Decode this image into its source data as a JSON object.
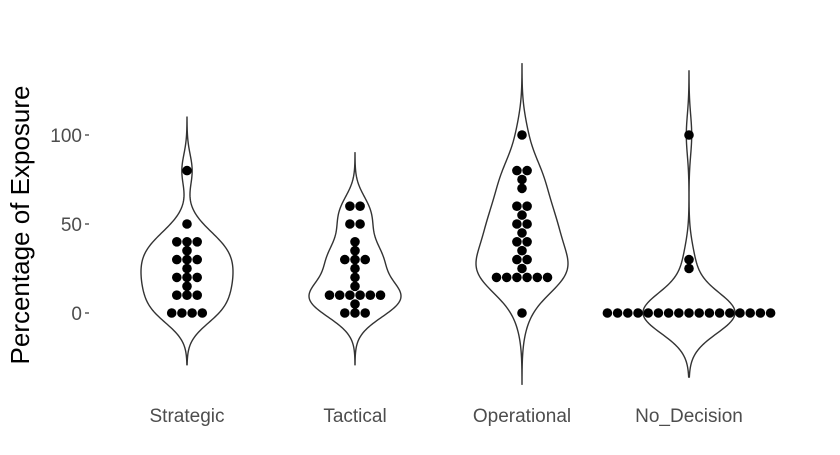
{
  "chart_data": {
    "type": "violin",
    "title": "",
    "xlabel": "",
    "ylabel": "Percentage of Exposure",
    "ylim": [
      -40,
      140
    ],
    "yticks": [
      0,
      50,
      100
    ],
    "grid": false,
    "legend": "none",
    "categories": [
      "Strategic",
      "Tactical",
      "Operational",
      "No_Decision"
    ],
    "series": [
      {
        "category": "Strategic",
        "violin_range": [
          -29,
          110
        ],
        "points": [
          0,
          0,
          0,
          0,
          10,
          10,
          10,
          15,
          20,
          20,
          20,
          25,
          30,
          30,
          30,
          35,
          40,
          40,
          40,
          50,
          80
        ]
      },
      {
        "category": "Tactical",
        "violin_range": [
          -29,
          90
        ],
        "points": [
          0,
          0,
          0,
          5,
          10,
          10,
          10,
          10,
          10,
          10,
          15,
          20,
          25,
          30,
          30,
          30,
          35,
          40,
          50,
          50,
          60,
          60
        ]
      },
      {
        "category": "Operational",
        "violin_range": [
          -40,
          140
        ],
        "points": [
          0,
          20,
          20,
          20,
          20,
          20,
          20,
          25,
          30,
          30,
          35,
          40,
          40,
          45,
          50,
          50,
          55,
          60,
          60,
          70,
          75,
          80,
          80,
          100
        ]
      },
      {
        "category": "No_Decision",
        "violin_range": [
          -36,
          136
        ],
        "points": [
          0,
          0,
          0,
          0,
          0,
          0,
          0,
          0,
          0,
          0,
          0,
          0,
          0,
          0,
          0,
          0,
          0,
          25,
          30,
          100
        ]
      }
    ],
    "colors": {
      "points": "#000000",
      "violin_outline": "#333333",
      "tick_labels": "#4d4d4d"
    }
  }
}
